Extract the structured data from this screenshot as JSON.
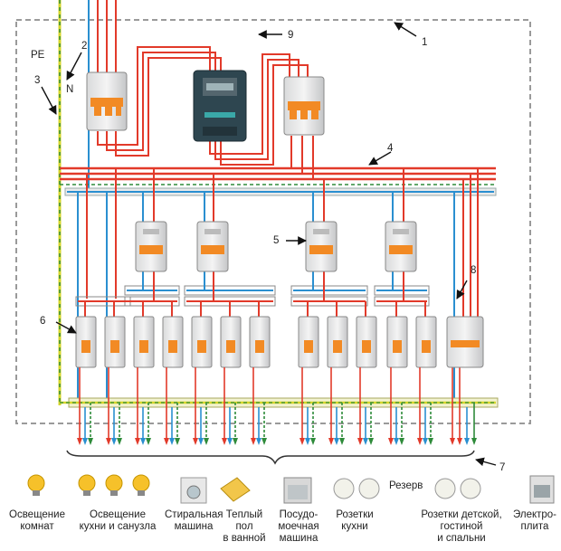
{
  "wire_labels": {
    "pe": "PE",
    "n": "N"
  },
  "callouts": {
    "c1": "1",
    "c2": "2",
    "c3": "3",
    "c4": "4",
    "c5": "5",
    "c6": "6",
    "c7": "7",
    "c8": "8",
    "c9": "9"
  },
  "reserve_label": "Резерв",
  "loads": {
    "room_lighting": "Освещение\nкомнат",
    "kitchen_bath_lighting": "Освещение\nкухни и санузла",
    "washing_machine": "Стиральная\nмашина",
    "heated_floor": "Теплый\nпол\nв ванной",
    "dishwasher": "Посудо-\nмоечная\nмашина",
    "kitchen_sockets": "Розетки\nкухни",
    "bedroom_sockets": "Розетки детской,\nгостиной\nи спальни",
    "electric_stove": "Электро-\nплита"
  },
  "colors": {
    "phase": "#e23a2a",
    "neutral": "#2a8fd0",
    "pe": "#c9c920",
    "pe_dash": "#2e8b3a",
    "enclosure": "#9a9a9a"
  }
}
